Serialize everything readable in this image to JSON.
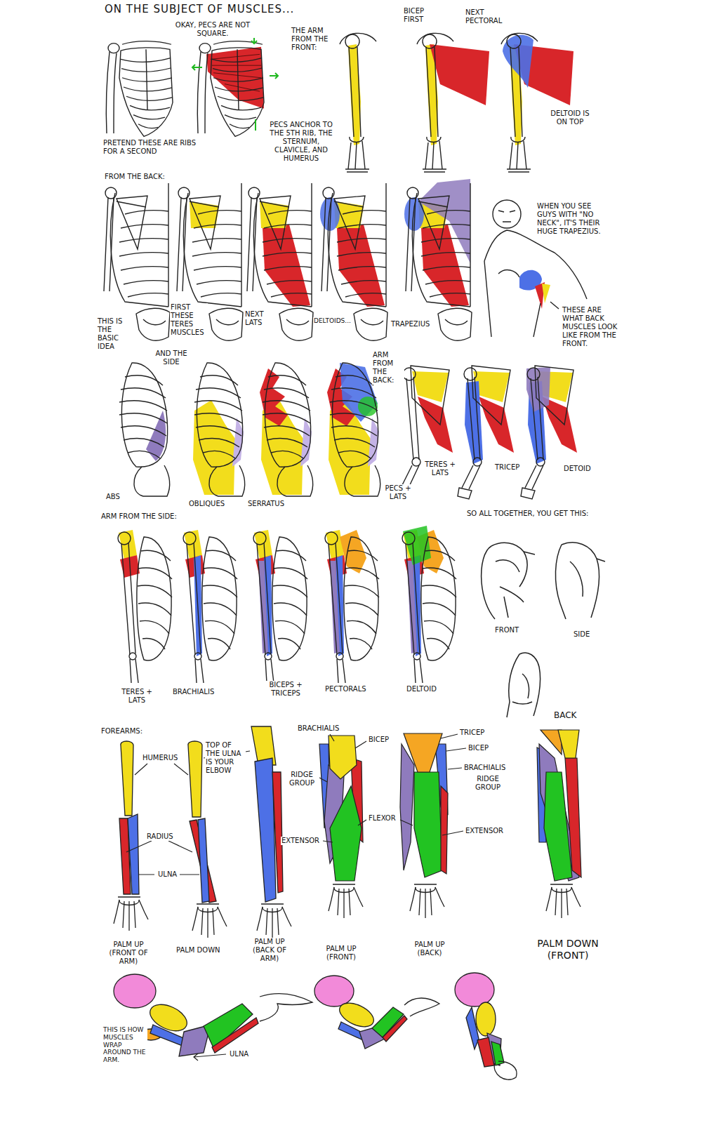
{
  "diagram": {
    "title": "ON THE SUBJECT OF MUSCLES...",
    "labels": [
      "OKAY, PECS ARE NOT SQUARE.",
      "PRETEND THESE ARE RIBS FOR A SECOND",
      "PECS ANCHOR TO THE 5TH RIB, THE STERNUM, CLAVICLE, AND HUMERUS",
      "THE ARM FROM THE FRONT:",
      "BICEP FIRST",
      "NEXT PECTORAL",
      "DELTOID IS ON TOP",
      "FROM THE BACK:",
      "THIS IS THE BASIC IDEA",
      "FIRST THESE TERES MUSCLES",
      "NEXT LATS",
      "DELTOIDS...",
      "TRAPEZIUS",
      "WHEN YOU SEE GUYS WITH \"NO NECK\", IT'S THEIR HUGE TRAPEZIUS.",
      "THESE ARE WHAT BACK MUSCLES LOOK LIKE FROM THE FRONT.",
      "AND THE SIDE",
      "ABS",
      "OBLIQUES",
      "SERRATUS",
      "PECS + LATS",
      "ARM FROM THE BACK:",
      "TERES + LATS",
      "TRICEP",
      "DETOID",
      "ARM FROM THE SIDE:",
      "SO ALL TOGETHER, YOU GET THIS:",
      "TERES + LATS",
      "BRACHIALIS",
      "BICEPS + TRICEPS",
      "PECTORALS",
      "DELTOID",
      "FRONT",
      "SIDE",
      "BACK",
      "FOREARMS:",
      "HUMERUS",
      "TOP OF THE ULNA IS YOUR ELBOW",
      "RADIUS",
      "ULNA",
      "BRACHIALIS",
      "BICEP",
      "RIDGE GROUP",
      "FLEXOR",
      "EXTENSOR",
      "TRICEP",
      "BICEP",
      "BRACHIALIS",
      "RIDGE GROUP",
      "EXTENSOR",
      "PALM UP (FRONT OF ARM)",
      "PALM DOWN",
      "PALM UP (BACK OF ARM)",
      "PALM UP (FRONT)",
      "PALM UP (BACK)",
      "PALM DOWN (FRONT)",
      "THIS IS HOW MUSCLES WRAP AROUND THE ARM.",
      "ULNA"
    ]
  }
}
